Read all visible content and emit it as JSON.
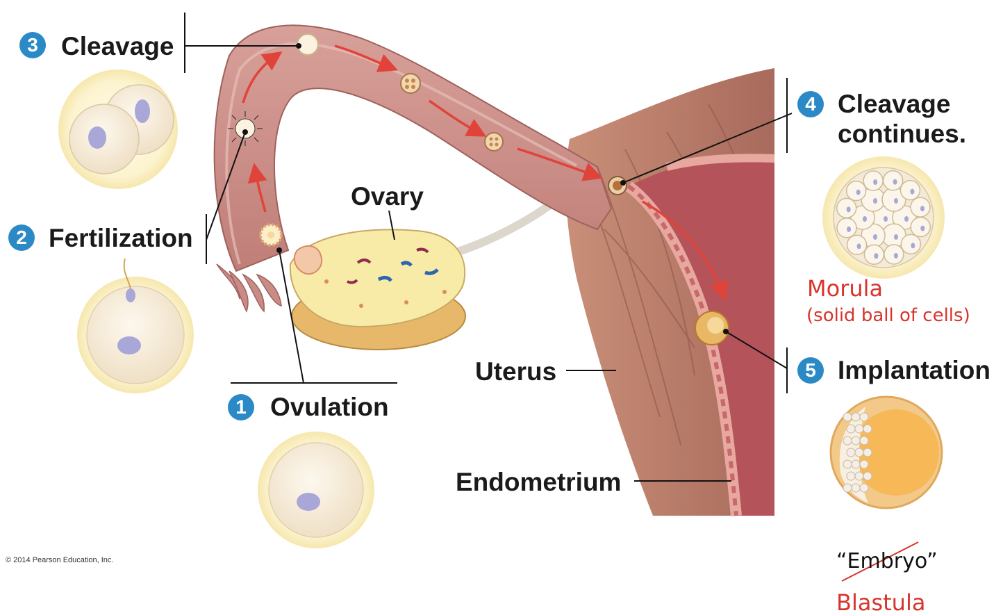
{
  "labels": {
    "cleavage": "Cleavage",
    "fertilization": "Fertilization",
    "ovary": "Ovary",
    "ovulation": "Ovulation",
    "uterus": "Uterus",
    "endometrium": "Endometrium",
    "cleavage_continues_1": "Cleavage",
    "cleavage_continues_2": "continues.",
    "implantation": "Implantation"
  },
  "steps": {
    "s1": "1",
    "s2": "2",
    "s3": "3",
    "s4": "4",
    "s5": "5"
  },
  "annotations": {
    "morula": "Morula",
    "morula_desc": "(solid ball of cells)",
    "embryo_quoted": "“Embryo”",
    "blastula": "Blastula"
  },
  "credit": "© 2014 Pearson Education, Inc.",
  "colors": {
    "step_blue": "#2b8ac6",
    "annotation_red": "#d7342c",
    "tube_pink": "#c98b86",
    "uterus_wall": "#9d5f54",
    "cell_cream": "#fbf3dd",
    "nucleus_lavender": "#a9a7d8"
  }
}
